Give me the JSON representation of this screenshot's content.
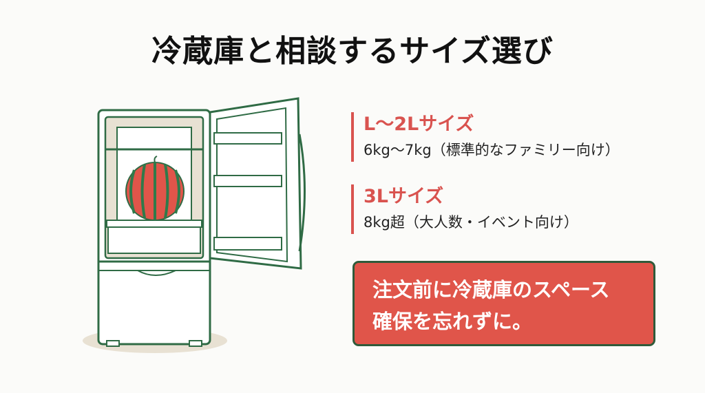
{
  "title": "冷蔵庫と相談するサイズ選び",
  "illustration": {
    "icon": "refrigerator-with-watermelon-icon",
    "colors": {
      "outline": "#2f6b45",
      "fill_beige": "#e8e1d3",
      "watermelon": "#e0554a",
      "stripe": "#2f7a4a"
    }
  },
  "sizes": [
    {
      "heading": "L〜2Lサイズ",
      "description": "6kg〜7kg（標準的なファミリー向け）"
    },
    {
      "heading": "3Lサイズ",
      "description": "8kg超（大人数・イベント向け）"
    }
  ],
  "notice": {
    "line1": "注文前に冷蔵庫のスペース",
    "line2": "確保を忘れずに。"
  },
  "colors": {
    "accent": "#d9534f",
    "notice_bg": "#e0554a",
    "notice_border": "#2f5a3a"
  }
}
